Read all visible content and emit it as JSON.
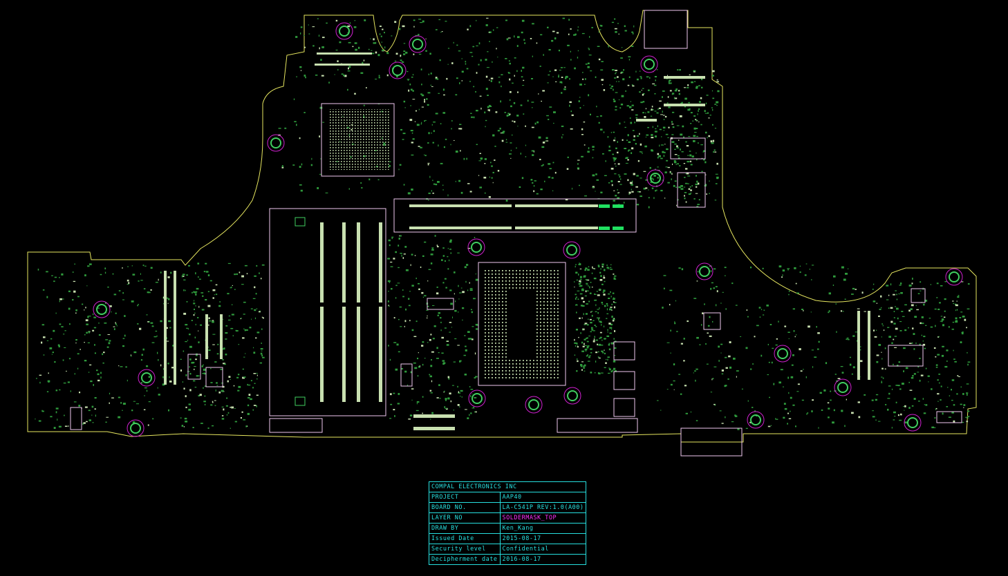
{
  "title_block": {
    "company": "COMPAL ELECTRONICS INC",
    "rows": [
      {
        "label": "PROJECT",
        "value": "AAP40"
      },
      {
        "label": "BOARD NO.",
        "value": "LA-C541P REV:1.0(A00)"
      },
      {
        "label": "LAYER NO",
        "value": "SOLDERMASK_TOP"
      },
      {
        "label": "DRAW BY",
        "value": "Ken_Kang"
      },
      {
        "label": "Issued Date",
        "value": "2015-08-17"
      },
      {
        "label": "Security level",
        "value": "Confidential"
      },
      {
        "label": "Decipherment date",
        "value": "2016-08-17"
      }
    ]
  },
  "colors": {
    "outline": "#e8e860",
    "pad": "#c8e0b0",
    "silk": "#f0c8f0",
    "copper": "#40d060",
    "hole": "#d020d0",
    "title": "#27e0e0",
    "layer": "#ff30ff"
  }
}
